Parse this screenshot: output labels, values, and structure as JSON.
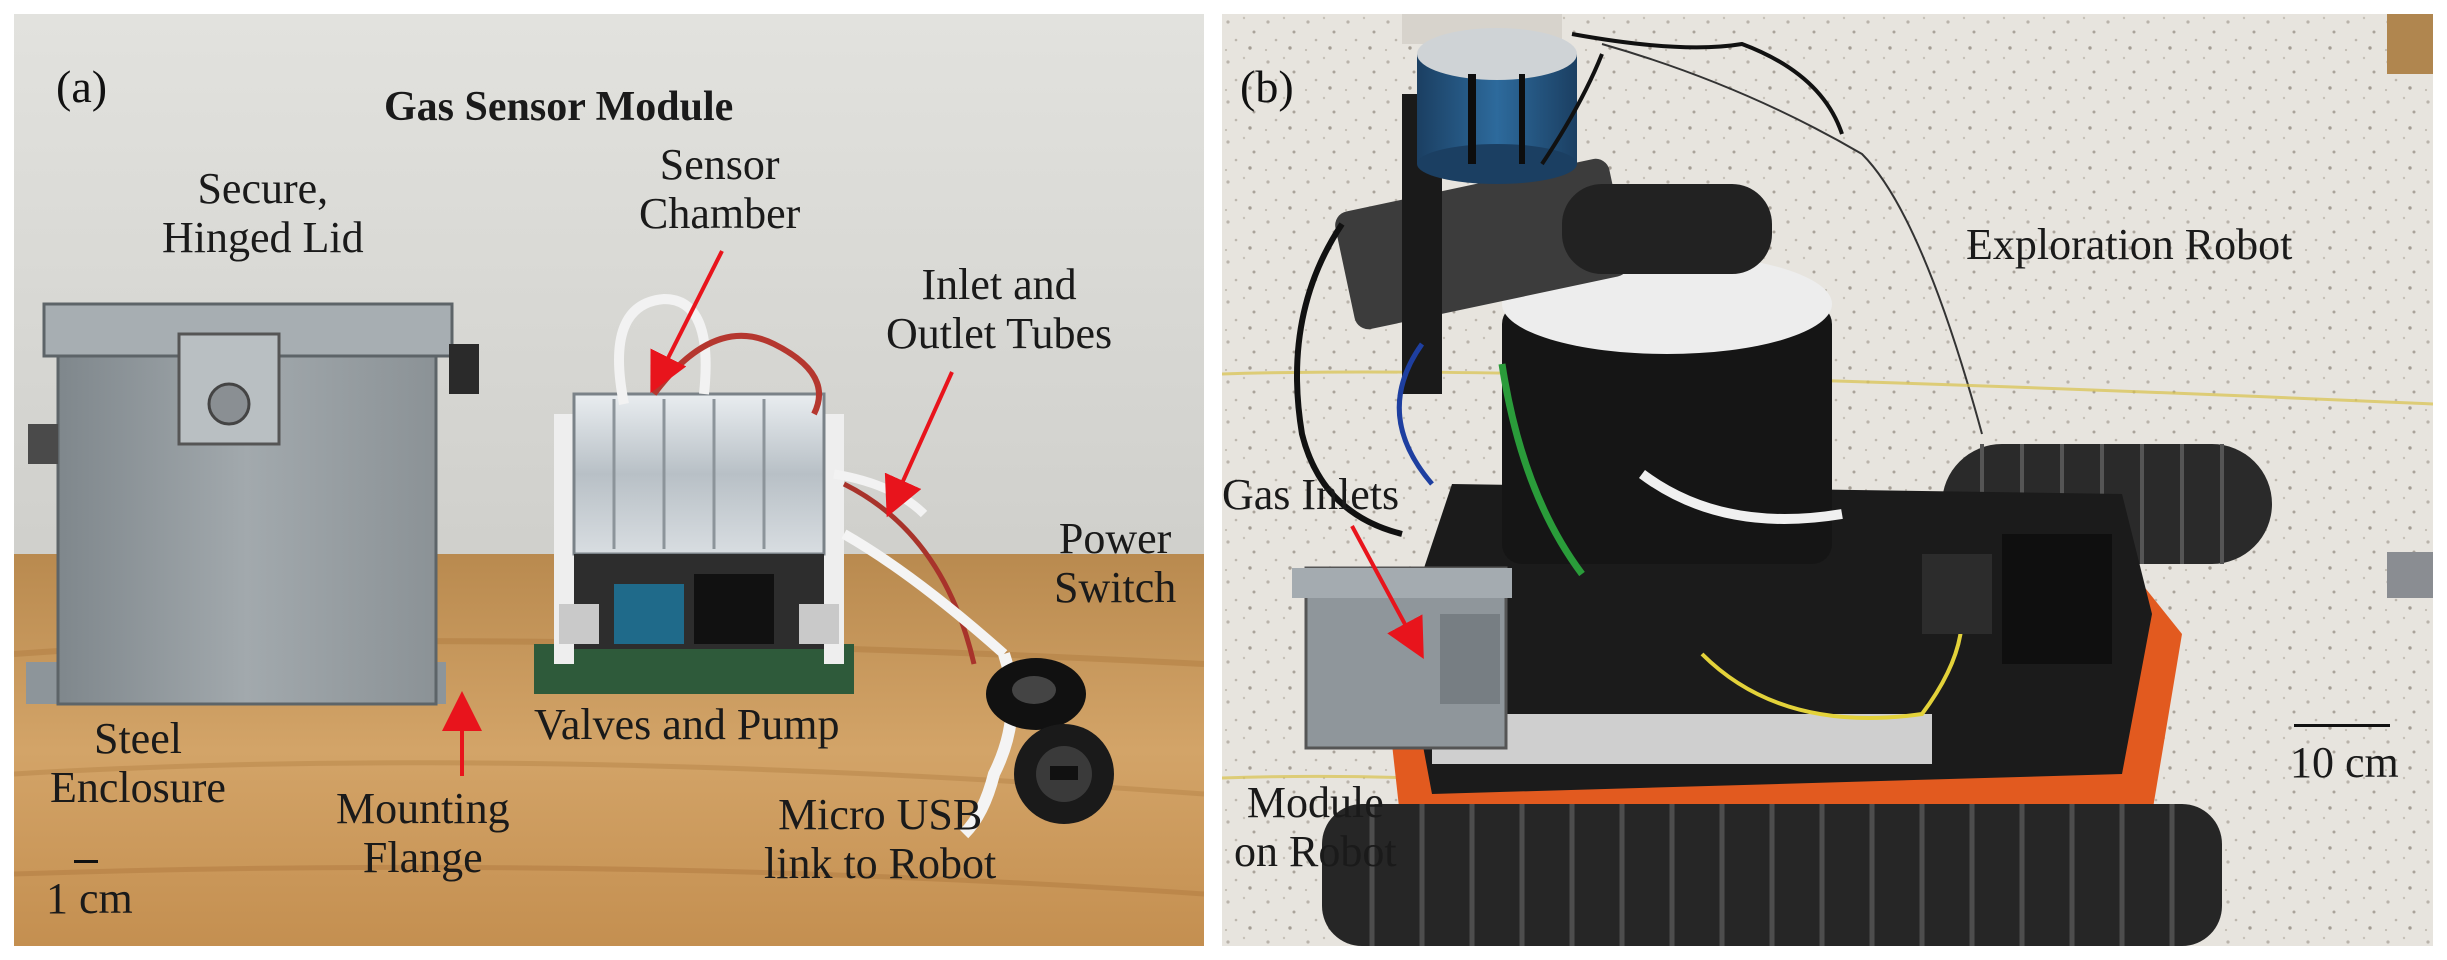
{
  "panel_a": {
    "panel_label": "(a)",
    "title": "Gas Sensor Module",
    "labels": {
      "secure_lid": "Secure,\nHinged Lid",
      "sensor_chamber": "Sensor\nChamber",
      "inlet_outlet": "Inlet and\nOutlet Tubes",
      "power_switch": "Power\nSwitch",
      "steel_enclosure": "Steel\nEnclosure",
      "valves_pump": "Valves and Pump",
      "mounting_flange": "Mounting\nFlange",
      "micro_usb": "Micro USB\nlink to Robot",
      "scale": "1 cm"
    }
  },
  "panel_b": {
    "panel_label": "(b)",
    "labels": {
      "exploration_robot": "Exploration Robot",
      "gas_inlets": "Gas Inlets",
      "module_on_robot": "Module\non Robot",
      "scale": "10 cm"
    }
  },
  "colors": {
    "wall": "#dcdcd8",
    "table": "#c99a5e",
    "floor": "#e6e3dd",
    "arrow": "#e8141c",
    "robot_body": "#1b1b1b",
    "robot_orange": "#e25a1f",
    "lidar_blue": "#1f4f7a",
    "enclosure_grey": "#9aa1a6"
  }
}
